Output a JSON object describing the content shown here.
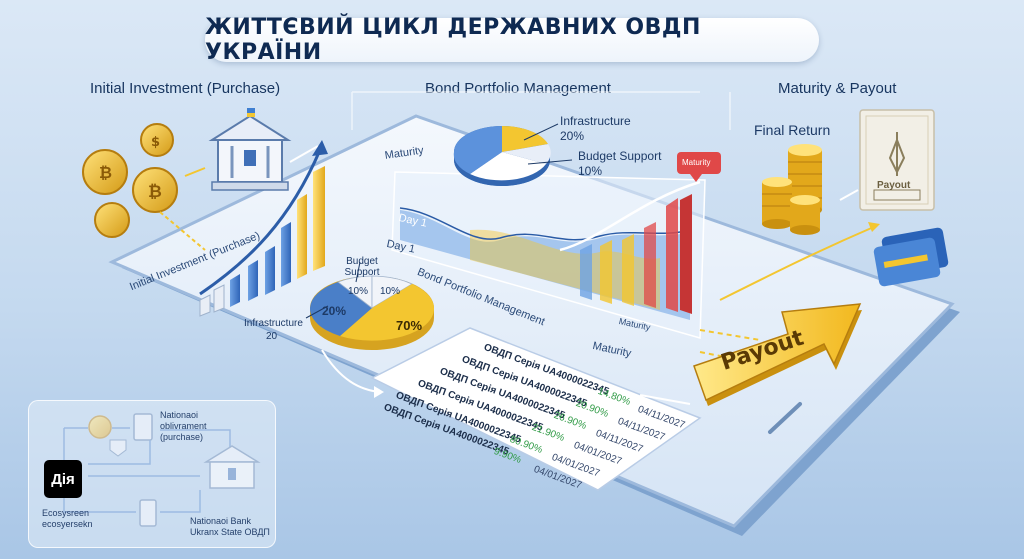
{
  "title": "ЖИТТЄВИЙ ЦИКЛ ДЕРЖАВНИХ ОВДП УКРАЇНИ",
  "sections": {
    "initial": "Initial Investment (Purchase)",
    "portfolio": "Bond Portfolio Management",
    "maturity": "Maturity & Payout"
  },
  "final_return": "Final Return",
  "payout_doc": "Payout",
  "payout_arrow": "Payout",
  "tablet": {
    "maturity_top": "Maturity",
    "initial_rotated": "Initial Investment (Purchase)",
    "day1_label": "Day 1",
    "portfolio_rotated": "Bond Portfolio Management",
    "maturity_bottom": "Maturity",
    "maturity_chart": "Maturity",
    "flag_label": "Maturity",
    "day1_chart": "Day 1"
  },
  "pie_top": {
    "labels": [
      {
        "name": "Infrastructure",
        "pct": "20%"
      },
      {
        "name": "Budget Support",
        "pct": "10%"
      }
    ]
  },
  "pie_bottom": {
    "infra_label": "Infrastructure",
    "infra_value": "20",
    "budget_label": "Budget Support",
    "slices": [
      "20%",
      "10%",
      "10%",
      "70%"
    ]
  },
  "bond_rows": [
    {
      "name": "ОВДП Серія UA4000022345",
      "yield": "14.80%",
      "date": "04/11/2027"
    },
    {
      "name": "ОВДП Серія UA4000022345",
      "yield": "20.90%",
      "date": "04/11/2027"
    },
    {
      "name": "ОВДП Серія UA4000022345",
      "yield": "26.90%",
      "date": "04/11/2027"
    },
    {
      "name": "ОВДП Серія UA4000022345",
      "yield": "21.90%",
      "date": "04/01/2027"
    },
    {
      "name": "ОВДП Серія UA4000022345",
      "yield": "80.90%",
      "date": "04/01/2027"
    },
    {
      "name": "ОВДП Серія UA4000022345",
      "yield": "9.90%",
      "date": "04/01/2027"
    }
  ],
  "diya": {
    "logo": "Дія",
    "caption_left": "Ecosysreen\necosyersekn",
    "caption_top": "Nationaoi\noblіvrament\n(purchase)",
    "caption_bottom": "Nationaoi Bank\nUkranx State ОВДП"
  },
  "colors": {
    "accent_blue": "#3f7fd1",
    "accent_yellow": "#f3c630",
    "accent_red": "#e04848",
    "title_text": "#0f2a52"
  }
}
